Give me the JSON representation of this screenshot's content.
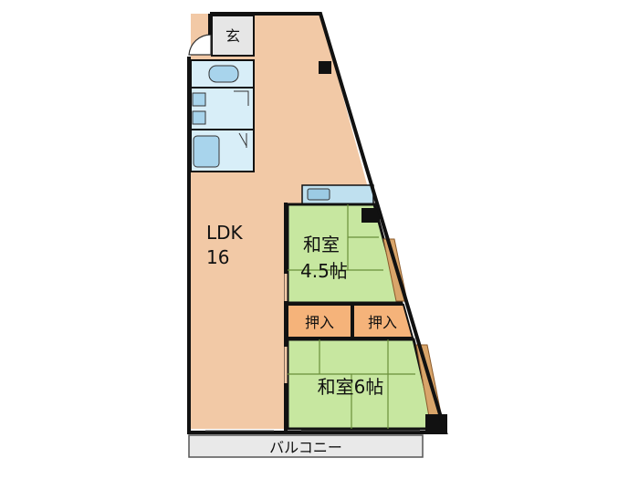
{
  "rooms": {
    "entrance": "玄",
    "ldk": {
      "name": "LDK",
      "size": "16"
    },
    "washitsu_small": {
      "name": "和室",
      "size": "4.5帖"
    },
    "oshiire_left": "押入",
    "oshiire_right": "押入",
    "washitsu_large": "和室6帖",
    "balcony": "バルコニー"
  },
  "colors": {
    "ldk_floor": "#f2c9a6",
    "tatami": "#c7e7a0",
    "tatami_lines": "#6a8f3a",
    "oshiire": "#f5b37a",
    "wet_area": "#d8eef8",
    "fixture": "#a8d4ec",
    "entrance": "#e6e6e6",
    "balcony": "#e9e9e9",
    "wall": "#111111",
    "floorboard": "#d9a56a"
  }
}
